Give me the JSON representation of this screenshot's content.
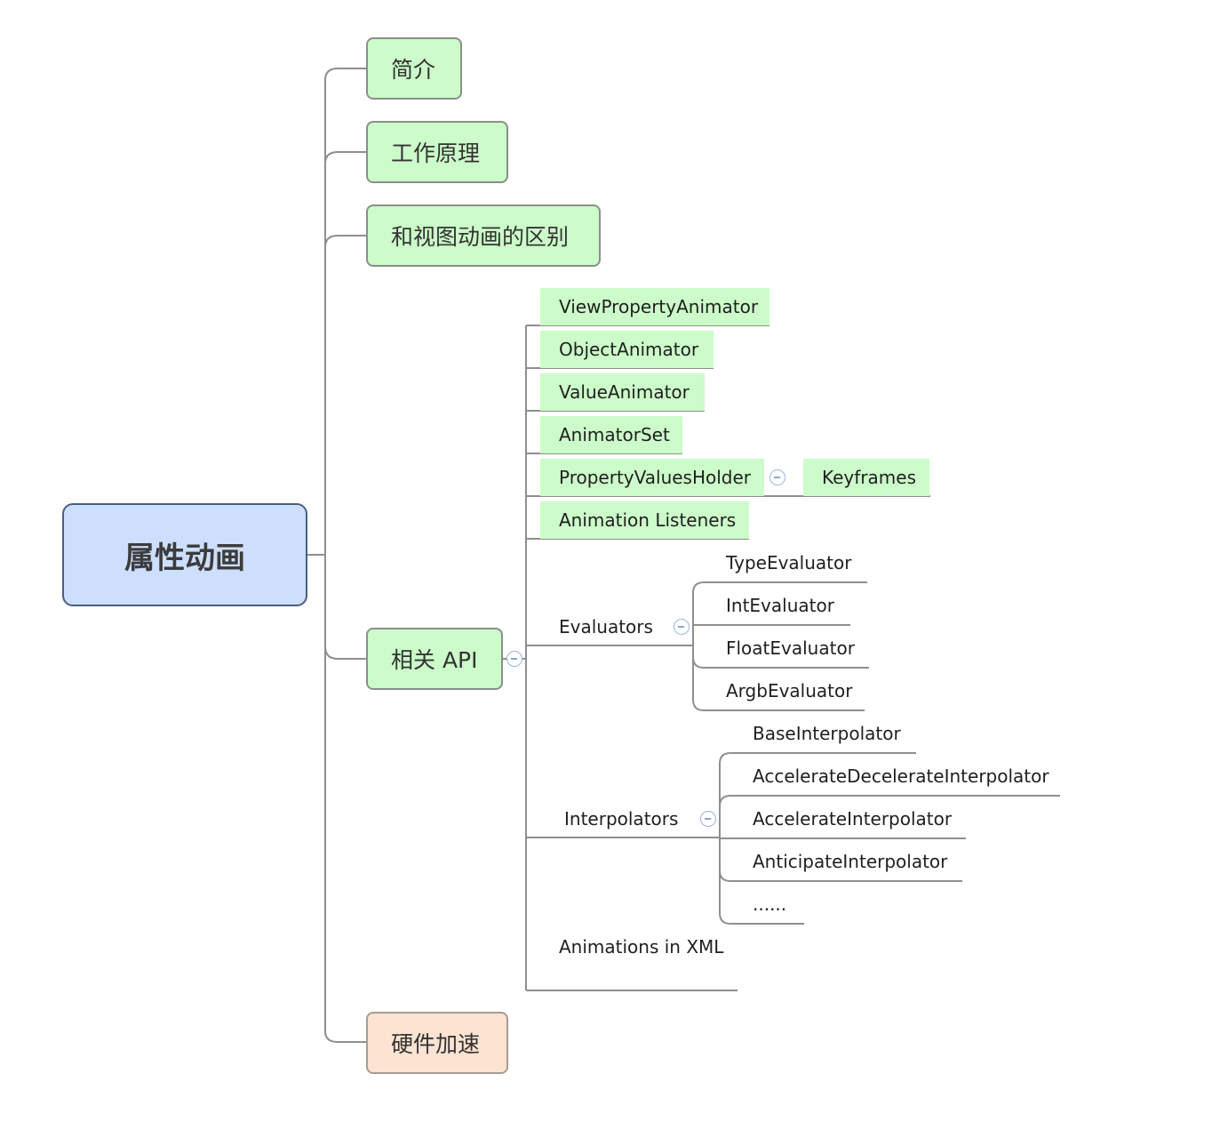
{
  "root": {
    "label": "属性动画"
  },
  "branches": {
    "intro": "简介",
    "principle": "工作原理",
    "difference": "和视图动画的区别",
    "api": "相关 API",
    "hardware": "硬件加速"
  },
  "api_children": {
    "view_property_animator": "ViewPropertyAnimator",
    "object_animator": "ObjectAnimator",
    "value_animator": "ValueAnimator",
    "animator_set": "AnimatorSet",
    "property_values_holder": "PropertyValuesHolder",
    "keyframes": "Keyframes",
    "animation_listeners": "Animation Listeners",
    "evaluators": "Evaluators",
    "interpolators": "Interpolators",
    "animations_in_xml": "Animations in XML"
  },
  "evaluators": [
    "TypeEvaluator",
    "IntEvaluator",
    "FloatEvaluator",
    "ArgbEvaluator"
  ],
  "interpolators": [
    "BaseInterpolator",
    "AccelerateDecelerateInterpolator",
    "AccelerateInterpolator",
    "AnticipateInterpolator",
    "......"
  ],
  "colors": {
    "root_fill": "#cddffc",
    "topic_fill": "#ccfcc9",
    "accent_fill": "#fde3d1",
    "connector": "#8f8f8f",
    "collapse_icon": "#8ea6cf"
  }
}
